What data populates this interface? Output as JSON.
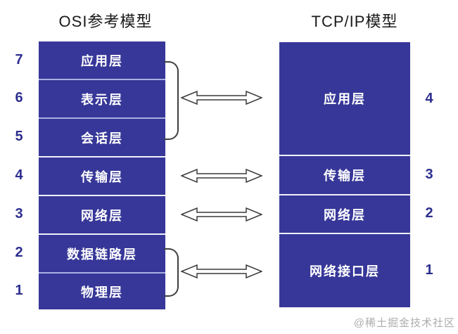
{
  "page": {
    "watermark": "@稀土掘金技术社区"
  },
  "osi": {
    "title": "OSI参考模型",
    "layers": [
      {
        "number": "7",
        "label": "应用层"
      },
      {
        "number": "6",
        "label": "表示层"
      },
      {
        "number": "5",
        "label": "会话层"
      },
      {
        "number": "4",
        "label": "传输层"
      },
      {
        "number": "3",
        "label": "网络层"
      },
      {
        "number": "2",
        "label": "数据链路层"
      },
      {
        "number": "1",
        "label": "物理层"
      }
    ],
    "groups": [
      {
        "bracket": "layers 7-5",
        "maps_to_tcpip": "应用层"
      },
      {
        "bracket": "layers 2-1",
        "maps_to_tcpip": "网络接口层"
      }
    ]
  },
  "tcpip": {
    "title": "TCP/IP模型",
    "layers": [
      {
        "number": "4",
        "label": "应用层"
      },
      {
        "number": "3",
        "label": "传输层"
      },
      {
        "number": "2",
        "label": "网络层"
      },
      {
        "number": "1",
        "label": "网络接口层"
      }
    ]
  },
  "arrows": [
    {
      "left": "OSI 7-5 (应用层/表示层/会话层)",
      "right": "TCP/IP 应用层"
    },
    {
      "left": "OSI 传输层",
      "right": "TCP/IP 传输层"
    },
    {
      "left": "OSI 网络层",
      "right": "TCP/IP 网络层"
    },
    {
      "left": "OSI 2-1 (数据链路层/物理层)",
      "right": "TCP/IP 网络接口层"
    }
  ],
  "colors": {
    "box_fill": "#373799",
    "box_text": "#FFFFFF",
    "number_text": "#2D2F8F",
    "title_text": "#1A1A1A",
    "arrow_fill": "#FFFFFF",
    "arrow_stroke": "#3A3A3A",
    "watermark_text": "#ADADAD"
  }
}
